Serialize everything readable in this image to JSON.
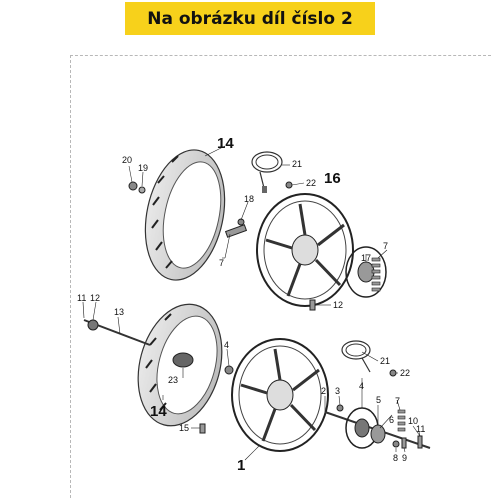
{
  "banner": {
    "title": "Na obrázku díl číslo 2"
  },
  "labels": {
    "l1": "1",
    "l2": "2",
    "l3": "3",
    "l4a": "4",
    "l4b": "4",
    "l5": "5",
    "l6": "6",
    "l7a": "7",
    "l7b": "7",
    "l7c": "7",
    "l8": "8",
    "l9": "9",
    "l10": "10",
    "l11a": "11",
    "l11b": "11",
    "l12a": "12",
    "l12b": "12",
    "l13": "13",
    "l14a": "14",
    "l14b": "14",
    "l15": "15",
    "l16": "16",
    "l17": "17",
    "l18": "18",
    "l19": "19",
    "l20": "20",
    "l21a": "21",
    "l21b": "21",
    "l22a": "22",
    "l22b": "22",
    "l23": "23"
  }
}
